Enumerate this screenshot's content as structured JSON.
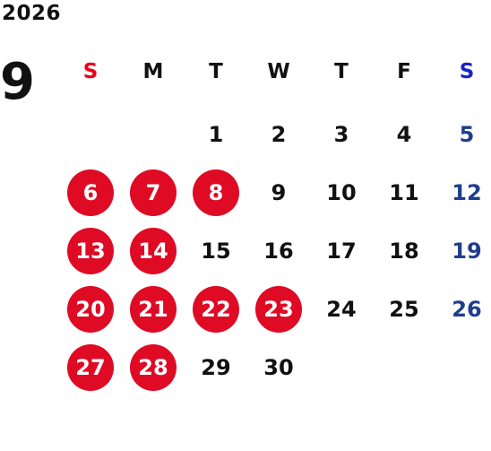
{
  "calendar": {
    "year": "2026",
    "month": "9",
    "weekdays": [
      "S",
      "M",
      "T",
      "W",
      "T",
      "F",
      "S"
    ],
    "weeks": [
      [
        "",
        "",
        "1",
        "2",
        "3",
        "4",
        "5"
      ],
      [
        "6",
        "7",
        "8",
        "9",
        "10",
        "11",
        "12"
      ],
      [
        "13",
        "14",
        "15",
        "16",
        "17",
        "18",
        "19"
      ],
      [
        "20",
        "21",
        "22",
        "23",
        "24",
        "25",
        "26"
      ],
      [
        "27",
        "28",
        "29",
        "30",
        "",
        "",
        ""
      ]
    ],
    "highlighted_days": [
      "6",
      "7",
      "8",
      "13",
      "14",
      "20",
      "21",
      "22",
      "23",
      "27",
      "28"
    ]
  },
  "colors": {
    "sunday_header": "#e8001c",
    "saturday_header": "#1a22c8",
    "saturday_date": "#1f3e8c",
    "default_text": "#111111",
    "highlight_fill": "#df0a24",
    "highlight_text": "#ffffff"
  }
}
